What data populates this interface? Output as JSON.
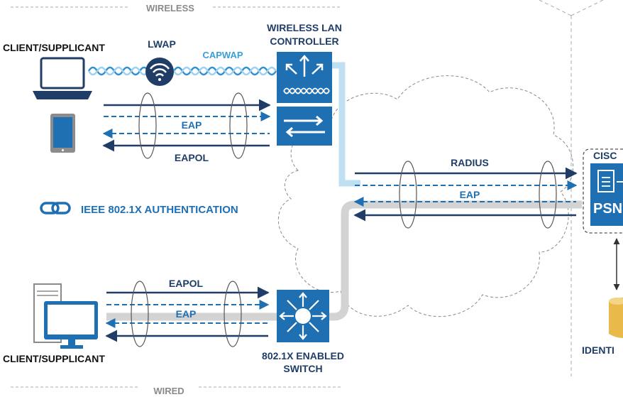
{
  "diagram": {
    "zones": {
      "wireless": "WIRELESS",
      "wired": "WIRED"
    },
    "labels": {
      "client_top": "CLIENT/SUPPLICANT",
      "client_bottom": "CLIENT/SUPPLICANT",
      "lwap": "LWAP",
      "capwap": "CAPWAP",
      "wlc_line1": "WIRELESS LAN",
      "wlc_line2": "CONTROLLER",
      "eap_wireless": "EAP",
      "eapol_wireless": "EAPOL",
      "radius": "RADIUS",
      "eap_center": "EAP",
      "ieee": "IEEE 802.1X AUTHENTICATION",
      "eapol_wired": "EAPOL",
      "eap_wired": "EAP",
      "switch_line1": "802.1X ENABLED",
      "switch_line2": "SWITCH",
      "cisco_partial": "CISC",
      "psn": "PSN",
      "identity_partial": "IDENTI"
    },
    "colors": {
      "navy": "#1f3d66",
      "blue": "#1f6fb3",
      "lightblue": "#3a9fd8",
      "gray": "#8a8a8a",
      "cylinder": "#e9b94a"
    }
  }
}
